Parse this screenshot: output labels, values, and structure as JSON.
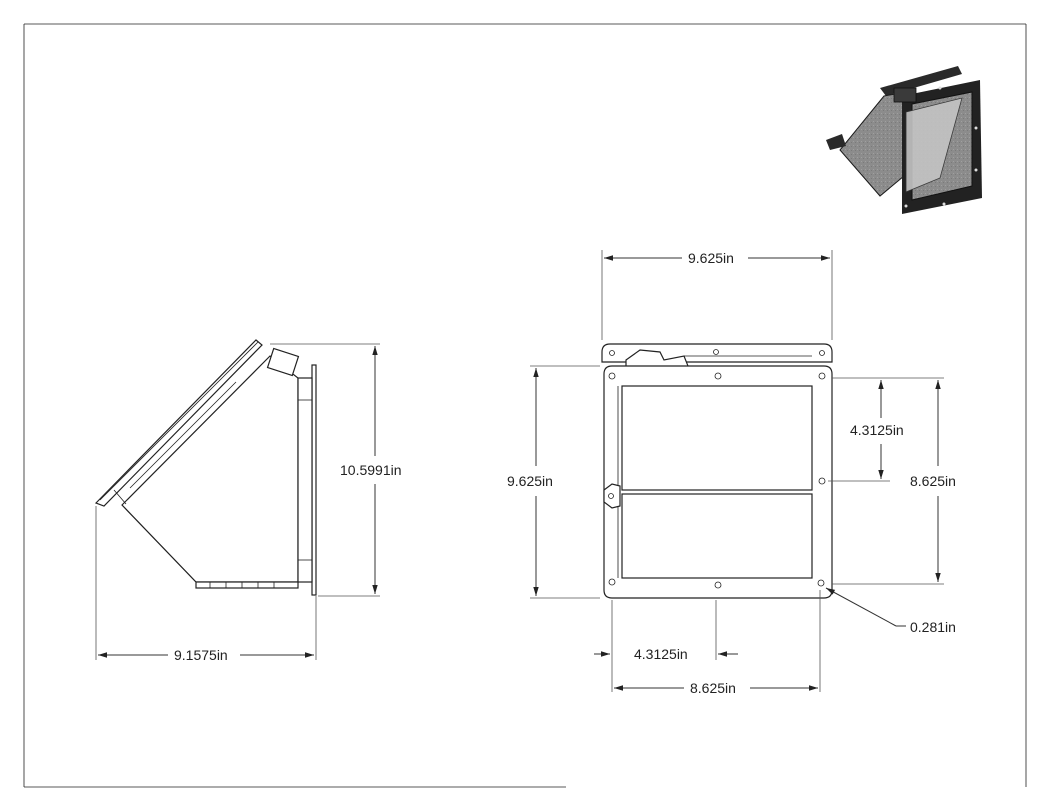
{
  "drawing": {
    "side_view": {
      "height_label": "10.5991in",
      "width_label": "9.1575in"
    },
    "front_view": {
      "overall_width_label": "9.625in",
      "overall_height_label": "9.625in",
      "inner_height_label": "8.625in",
      "half_height_label": "4.3125in",
      "inner_width_label": "8.625in",
      "half_width_label": "4.3125in",
      "hole_diameter_label": "0.281in"
    },
    "iso_view": {
      "fill_color": "#8a8a8a",
      "edge_color": "#1a1a1a"
    }
  }
}
